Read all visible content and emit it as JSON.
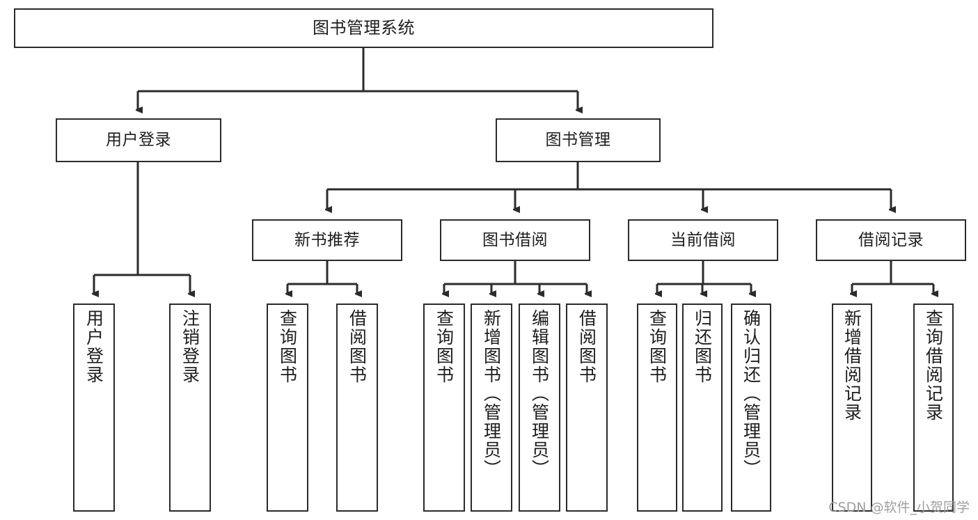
{
  "diagram": {
    "title": "图书管理系统",
    "type": "tree-hierarchy",
    "root": {
      "label": "图书管理系统"
    },
    "level2": [
      {
        "label": "用户登录"
      },
      {
        "label": "图书管理"
      }
    ],
    "level3": [
      {
        "label": "新书推荐"
      },
      {
        "label": "图书借阅"
      },
      {
        "label": "当前借阅"
      },
      {
        "label": "借阅记录"
      }
    ],
    "leaves": {
      "user_login": [
        {
          "label": "用户登录"
        },
        {
          "label": "注销登录"
        }
      ],
      "new_book_recommend": [
        {
          "label": "查询图书"
        },
        {
          "label": "借阅图书"
        }
      ],
      "book_borrow": [
        {
          "label": "查询图书"
        },
        {
          "label": "新增图书（管理员）"
        },
        {
          "label": "编辑图书（管理员）"
        },
        {
          "label": "借阅图书"
        }
      ],
      "current_borrow": [
        {
          "label": "查询图书"
        },
        {
          "label": "归还图书"
        },
        {
          "label": "确认归还（管理员）"
        }
      ],
      "borrow_record": [
        {
          "label": "新增借阅记录"
        },
        {
          "label": "查询借阅记录"
        }
      ]
    }
  },
  "watermark": {
    "text": "CSDN @软件_小贺同学"
  },
  "colors": {
    "stroke": "#2b2b2b",
    "fill": "#ffffff",
    "text": "#1d1d1d",
    "watermark": "#9f9f9f"
  }
}
